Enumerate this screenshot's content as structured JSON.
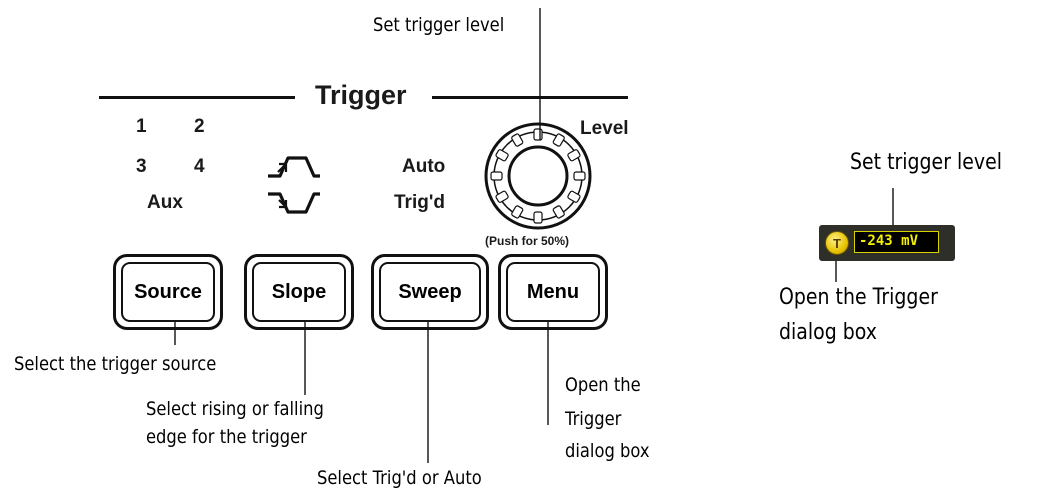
{
  "panel": {
    "title": "Trigger",
    "source_labels": [
      "1",
      "2",
      "3",
      "4",
      "Aux"
    ],
    "sweep_labels": [
      "Auto",
      "Trig'd"
    ],
    "level_label": "Level",
    "push_note": "(Push for 50%)",
    "buttons": {
      "source": "Source",
      "slope": "Slope",
      "sweep": "Sweep",
      "menu": "Menu"
    }
  },
  "callouts": {
    "set_level_top": "Set trigger level",
    "select_source": "Select the trigger source",
    "slope_line1": "Select rising or falling",
    "slope_line2": "edge for the trigger",
    "sweep": "Select Trig'd or Auto",
    "menu_line1": "Open the",
    "menu_line2": "Trigger",
    "menu_line3": "dialog box"
  },
  "widget": {
    "badge": "T",
    "readout": "-243 mV",
    "label_above": "Set trigger level",
    "label_below_line1": "Open the Trigger",
    "label_below_line2": "dialog box"
  },
  "colors": {
    "widget_bg": "#2f2f2a",
    "readout_text": "#f4ee00",
    "badge": "#e7c400"
  }
}
